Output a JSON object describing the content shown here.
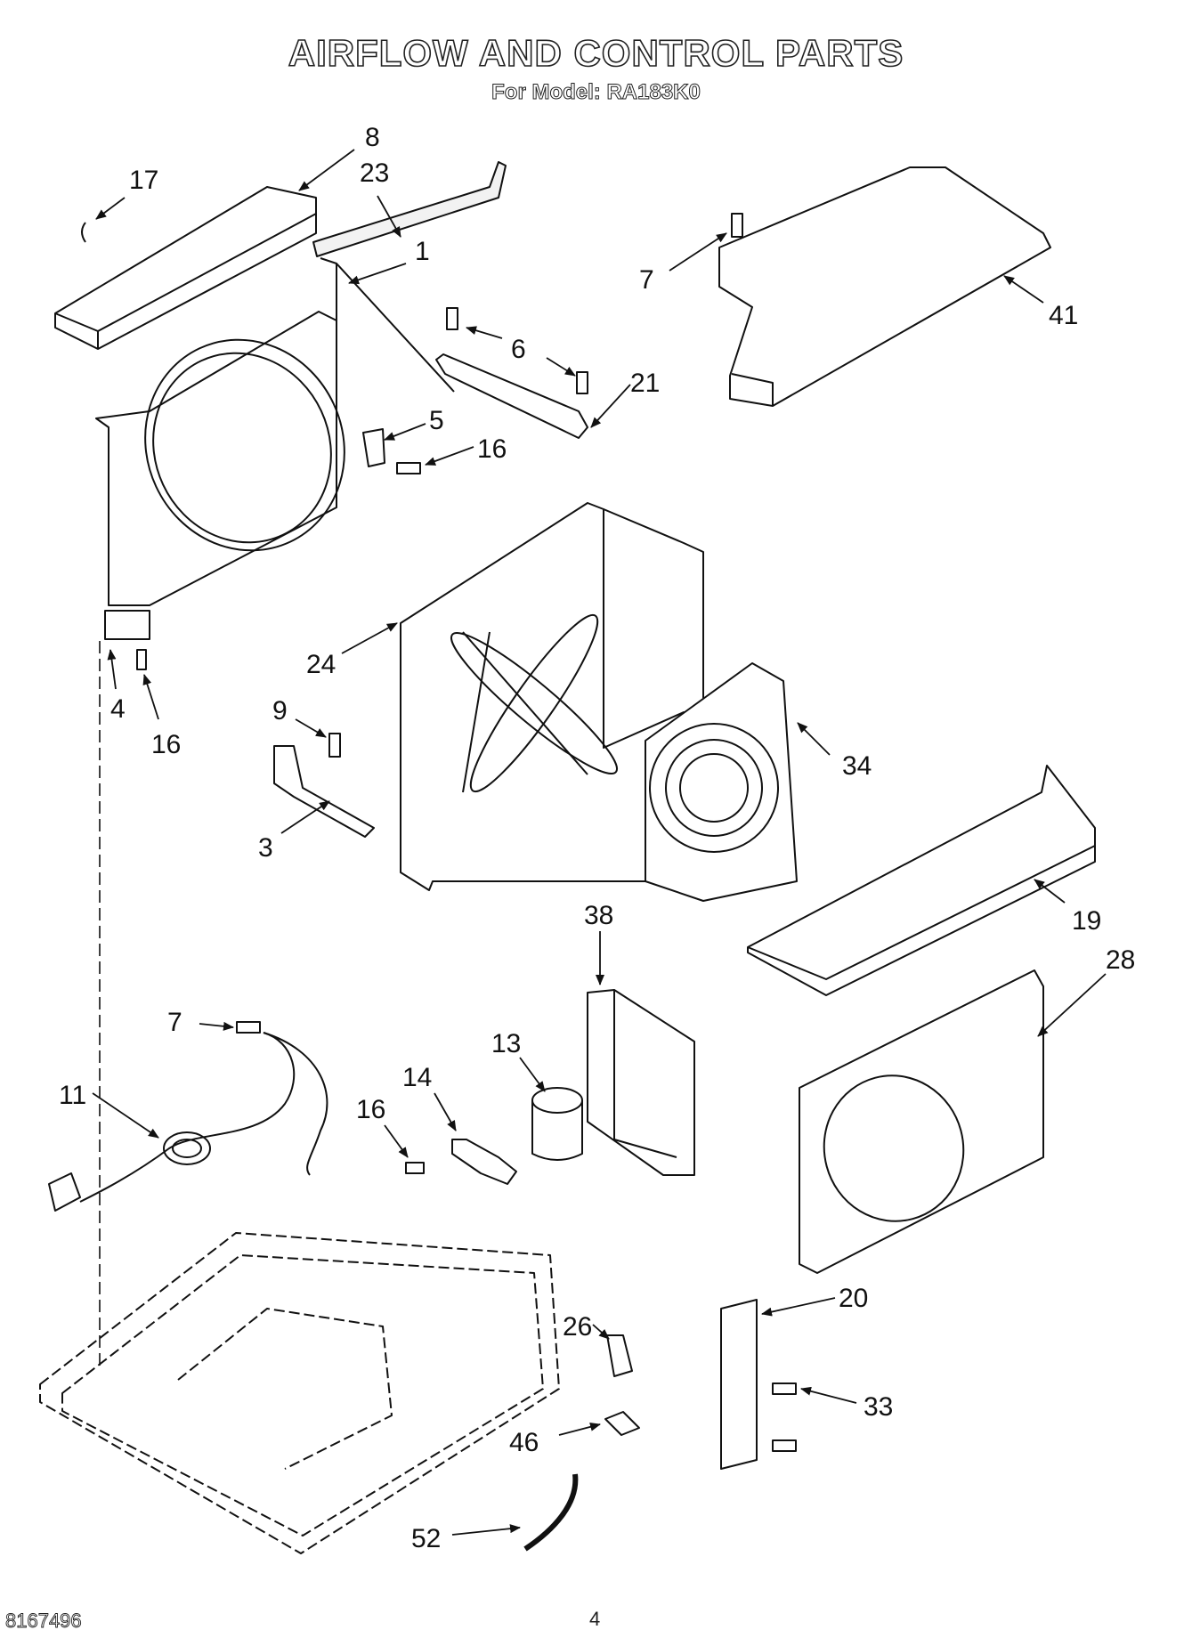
{
  "title": "AIRFLOW AND CONTROL PARTS",
  "subtitle": "For Model: RA183K0",
  "doc_number": "8167496",
  "page_number": "4",
  "callouts": {
    "c17": "17",
    "c8": "8",
    "c23": "23",
    "c1": "1",
    "c7a": "7",
    "c41": "41",
    "c6": "6",
    "c21": "21",
    "c5": "5",
    "c16a": "16",
    "c4": "4",
    "c16b": "16",
    "c24": "24",
    "c9": "9",
    "c34": "34",
    "c3": "3",
    "c19": "19",
    "c38": "38",
    "c28": "28",
    "c7b": "7",
    "c13": "13",
    "c14": "14",
    "c11": "11",
    "c16c": "16",
    "c20": "20",
    "c26": "26",
    "c33": "33",
    "c46": "46",
    "c52": "52"
  }
}
